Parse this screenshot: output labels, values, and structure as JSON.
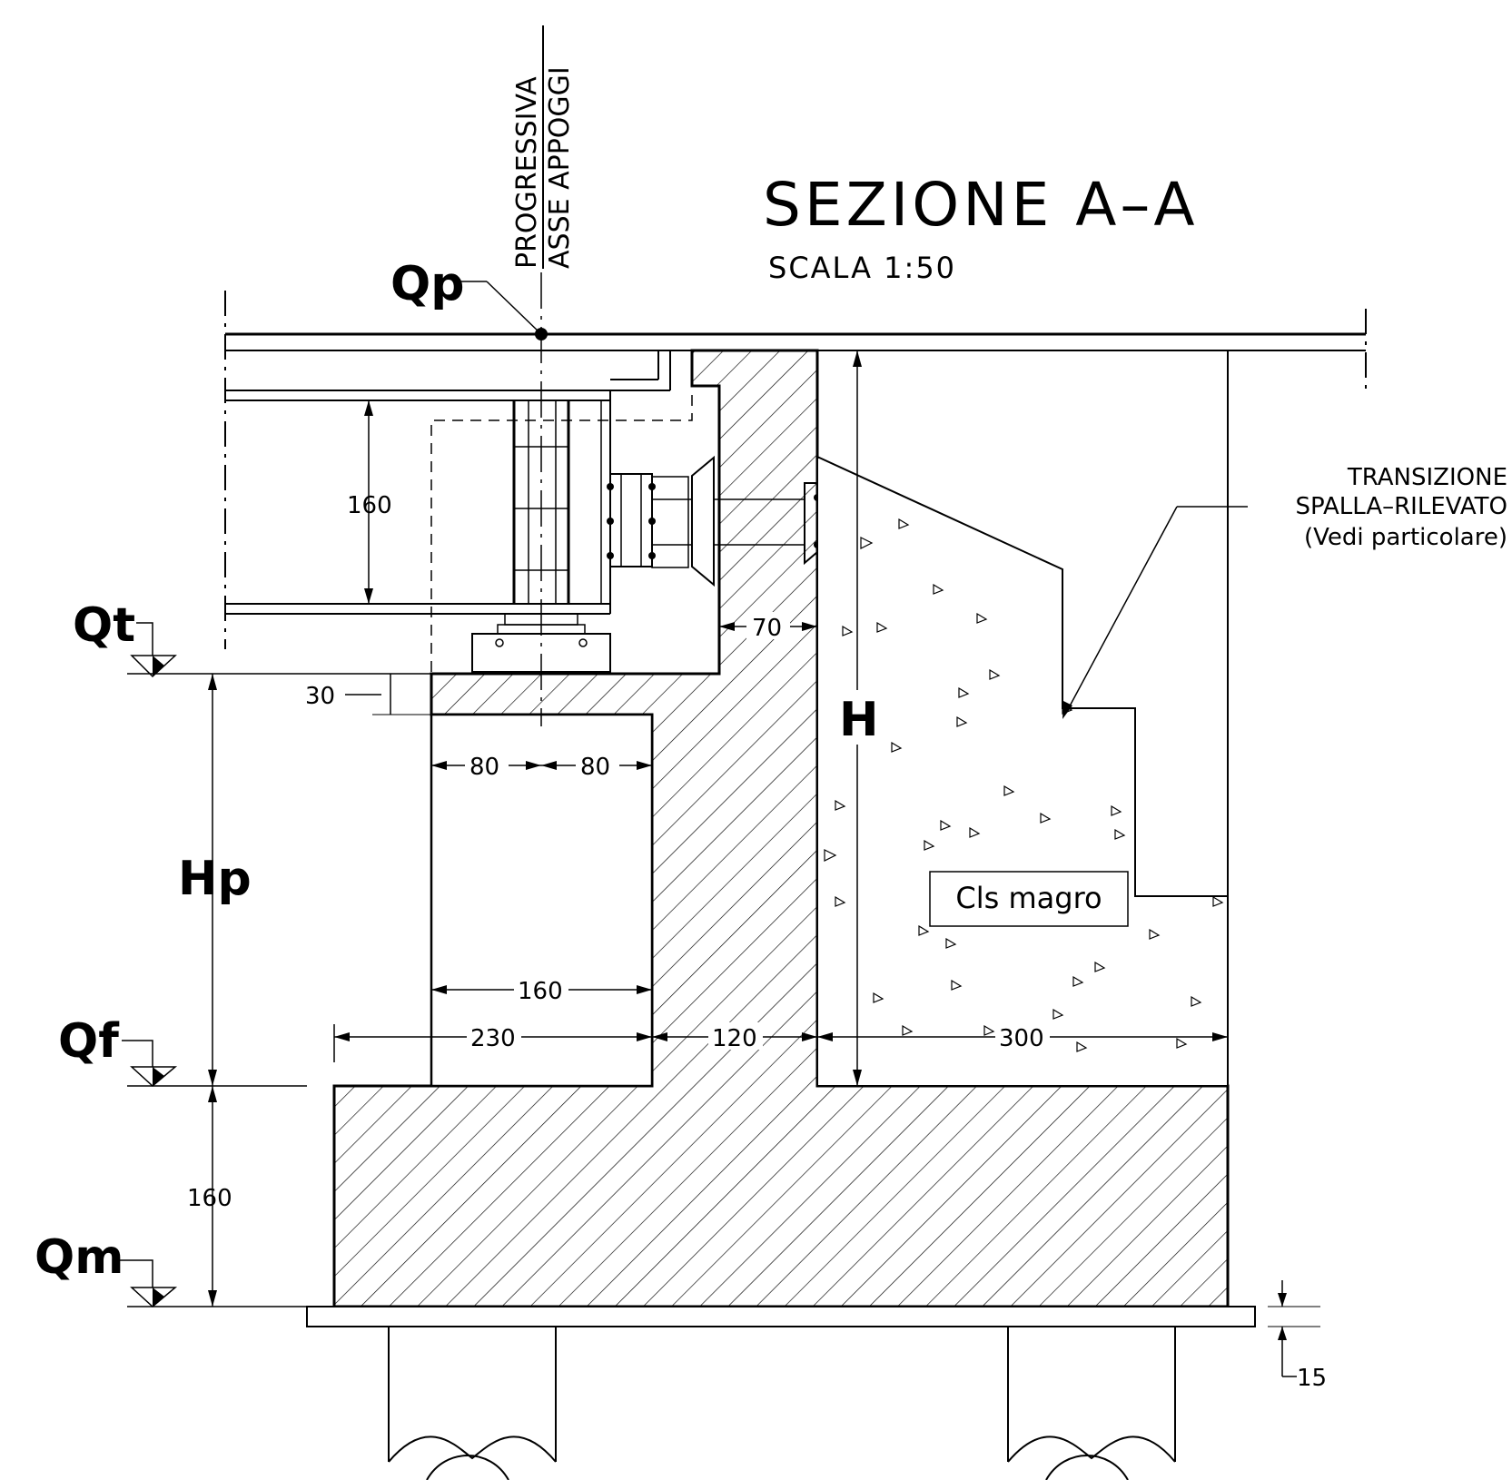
{
  "title": "SEZIONE A–A",
  "scale": "SCALA 1:50",
  "axis_label": {
    "top": "PROGRESSIVA",
    "bottom": "ASSE APPOGGI"
  },
  "levels": {
    "qp": "Qp",
    "qt": "Qt",
    "qf": "Qf",
    "qm": "Qm"
  },
  "heights": {
    "h": "H",
    "hp": "Hp"
  },
  "dimensions": {
    "beam_depth": "160",
    "pad_30": "30",
    "half_left": "80",
    "half_right": "80",
    "wall_top": "70",
    "column_width": "160",
    "toe": "230",
    "wall_base": "120",
    "heel": "300",
    "footing_depth": "160",
    "lean_thickness": "15"
  },
  "note": {
    "line1": "TRANSIZIONE",
    "line2": "SPALLA–RILEVATO",
    "line3": "(Vedi particolare)"
  },
  "fill_label": "Cls magro"
}
